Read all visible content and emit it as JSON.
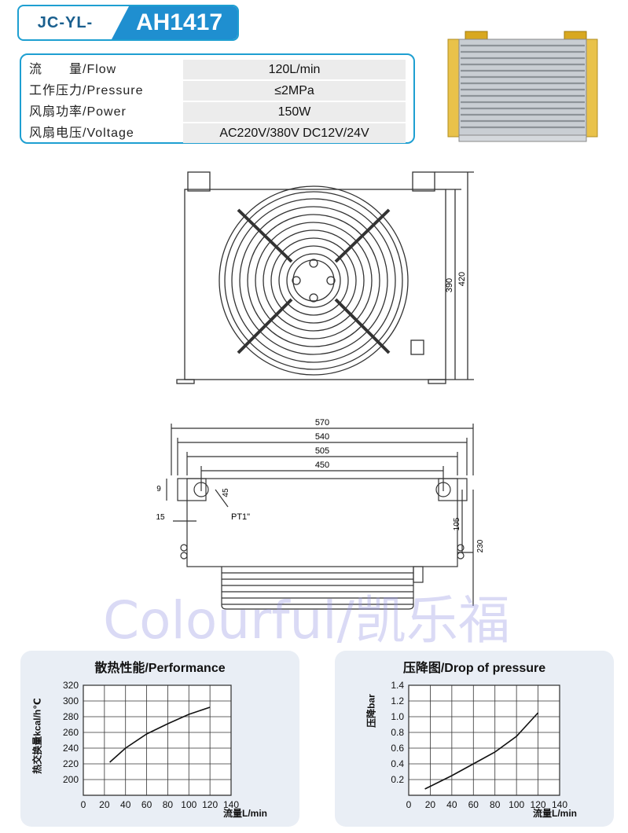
{
  "header": {
    "prefix": "JC-YL-",
    "model": "AH1417"
  },
  "specs": [
    {
      "label": "流　　量/Flow",
      "value": "120L/min"
    },
    {
      "label": "工作压力/Pressure",
      "value": "≤2MPa"
    },
    {
      "label": "风扇功率/Power",
      "value": "150W"
    },
    {
      "label": "风扇电压/Voltage",
      "value": "AC220V/380V DC12V/24V"
    }
  ],
  "front_view": {
    "dims": [
      "390",
      "420"
    ]
  },
  "top_view": {
    "dims": [
      "570",
      "540",
      "505",
      "450",
      "9",
      "45",
      "15",
      "PT1\"",
      "105",
      "230"
    ]
  },
  "watermark": "Colourful/凯乐福",
  "chart_data": [
    {
      "type": "line",
      "title": "散热性能/Performance",
      "xlabel": "流量L/min",
      "ylabel": "热交换量kcal/h℃",
      "x_ticks": [
        0,
        20,
        40,
        60,
        80,
        100,
        120,
        140
      ],
      "y_ticks": [
        200,
        220,
        240,
        260,
        280,
        300,
        320
      ],
      "xlim": [
        0,
        140
      ],
      "ylim": [
        180,
        320
      ],
      "grid": true,
      "series": [
        {
          "x": [
            25,
            40,
            60,
            80,
            100,
            120
          ],
          "y": [
            222,
            240,
            258,
            271,
            283,
            292
          ]
        }
      ]
    },
    {
      "type": "line",
      "title": "压降图/Drop of pressure",
      "xlabel": "流量L/min",
      "ylabel": "压降bar",
      "x_ticks": [
        0,
        20,
        40,
        60,
        80,
        100,
        120,
        140
      ],
      "y_ticks": [
        0.2,
        0.4,
        0.6,
        0.8,
        1.0,
        1.2,
        1.4
      ],
      "y_tick_labels": [
        "0.2",
        "0.4",
        "0.6",
        "0.8",
        "1.0",
        "1.2",
        "1.4"
      ],
      "xlim": [
        0,
        140
      ],
      "ylim": [
        0,
        1.4
      ],
      "grid": true,
      "series": [
        {
          "x": [
            15,
            40,
            60,
            80,
            100,
            120
          ],
          "y": [
            0.08,
            0.25,
            0.4,
            0.55,
            0.75,
            1.05
          ]
        }
      ]
    }
  ]
}
